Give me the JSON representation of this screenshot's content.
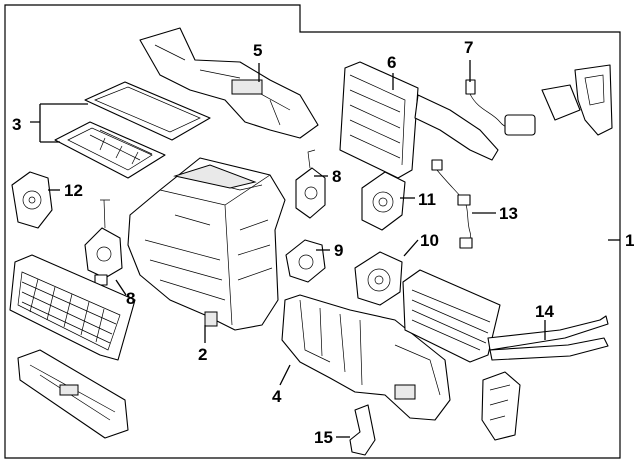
{
  "callouts": {
    "c1": "1",
    "c2": "2",
    "c3": "3",
    "c4": "4",
    "c5": "5",
    "c6": "6",
    "c7": "7",
    "c8a": "8",
    "c8b": "8",
    "c9": "9",
    "c10": "10",
    "c11": "11",
    "c12": "12",
    "c13": "13",
    "c14": "14",
    "c15": "15"
  },
  "parts": [
    "hvac-case-assembly-icon",
    "case-duct-icon",
    "filter-icon",
    "lower-case-icon",
    "upper-duct-icon",
    "evaporator-core-icon",
    "sensor-icon",
    "actuator-icon",
    "blower-motor-icon",
    "resistor-icon",
    "heater-core-icon",
    "seal-icon"
  ]
}
